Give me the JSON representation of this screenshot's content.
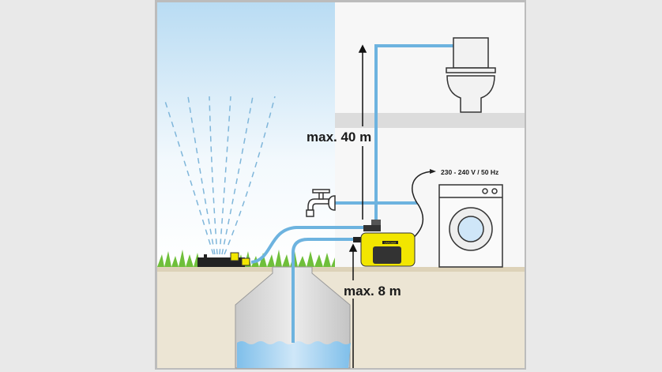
{
  "labels": {
    "height_max": "max. 40 m",
    "suction_max": "max. 8 m",
    "power": "230 - 240 V / 50 Hz"
  },
  "pump_brand": "KÄRCHER",
  "colors": {
    "pipe": "#6db3df",
    "sky_top": "#b9dcf3",
    "ground": "#ece5d4",
    "pump": "#f2e600",
    "water": "#8fc9ee"
  }
}
